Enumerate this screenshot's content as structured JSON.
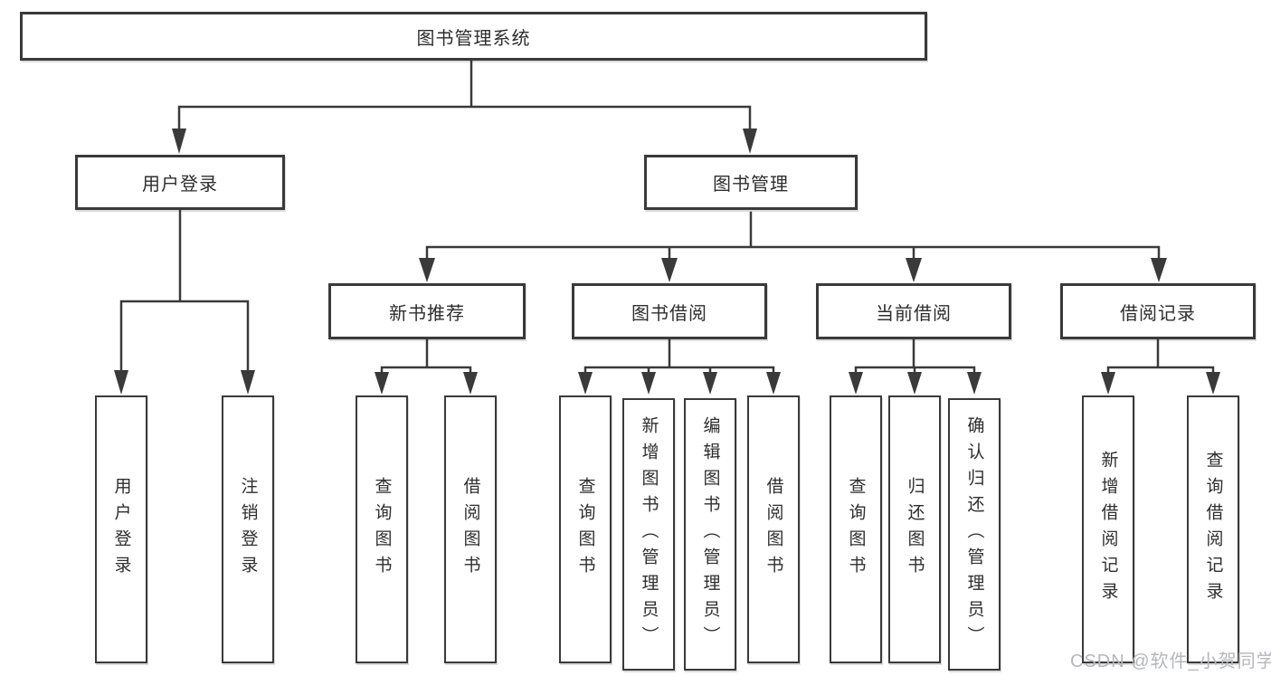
{
  "diagram": {
    "type": "functional-structure-tree",
    "title": "图书管理系统",
    "colors": {
      "line": "#3a3a3a",
      "box_border": "#3a3a3a",
      "box_fill": "#ffffff",
      "text": "#2e2e2e",
      "watermark_text": "#b5b7ba",
      "background": "#ffffff"
    },
    "watermark": "CSDN @软件_小贺同学",
    "nodes": {
      "root": {
        "label": "图书管理系统"
      },
      "user_login": {
        "label": "用户登录"
      },
      "book_management": {
        "label": "图书管理"
      },
      "new_book_recommend": {
        "label": "新书推荐"
      },
      "book_borrow": {
        "label": "图书借阅"
      },
      "current_borrow": {
        "label": "当前借阅"
      },
      "borrow_records": {
        "label": "借阅记录"
      },
      "leaf_user_login": {
        "label": "用户登录"
      },
      "leaf_logout": {
        "label": "注销登录"
      },
      "leaf_query_book_1": {
        "label": "查询图书"
      },
      "leaf_borrow_book_1": {
        "label": "借阅图书"
      },
      "leaf_query_book_2": {
        "label": "查询图书"
      },
      "leaf_add_book": {
        "label": "新增图书（管理员）"
      },
      "leaf_edit_book": {
        "label": "编辑图书（管理员）"
      },
      "leaf_borrow_book_2": {
        "label": "借阅图书"
      },
      "leaf_query_book_3": {
        "label": "查询图书"
      },
      "leaf_return_book": {
        "label": "归还图书"
      },
      "leaf_confirm_return": {
        "label": "确认归还（管理员）"
      },
      "leaf_add_borrow_record": {
        "label": "新增借阅记录"
      },
      "leaf_query_borrow_record": {
        "label": "查询借阅记录"
      }
    },
    "hierarchy": {
      "图书管理系统": {
        "用户登录": [
          "用户登录",
          "注销登录"
        ],
        "图书管理": {
          "新书推荐": [
            "查询图书",
            "借阅图书"
          ],
          "图书借阅": [
            "查询图书",
            "新增图书（管理员）",
            "编辑图书（管理员）",
            "借阅图书"
          ],
          "当前借阅": [
            "查询图书",
            "归还图书",
            "确认归还（管理员）"
          ],
          "借阅记录": [
            "新增借阅记录",
            "查询借阅记录"
          ]
        }
      }
    }
  }
}
